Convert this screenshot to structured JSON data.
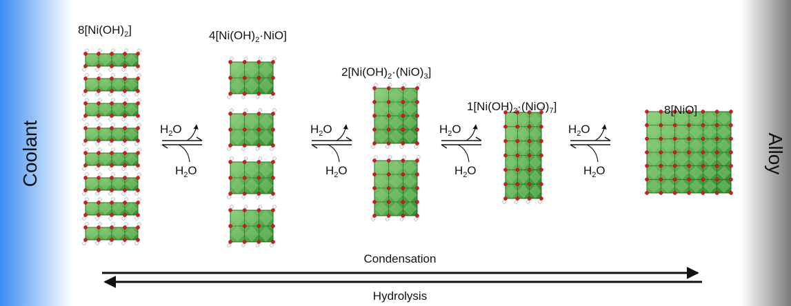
{
  "side_labels": {
    "left": "Coolant",
    "right": "Alloy"
  },
  "compounds": [
    {
      "prefix": "8[Ni(OH)",
      "sub1": "2",
      "suffix": "]"
    },
    {
      "prefix": "4[Ni(OH)",
      "sub1": "2",
      "mid": "·NiO]"
    },
    {
      "prefix": "2[Ni(OH)",
      "sub1": "2",
      "mid": "·(NiO)",
      "sub2": "3",
      "suffix": "]"
    },
    {
      "prefix": "1[Ni(OH)",
      "sub1": "2",
      "mid": "·(NiO)",
      "sub2": "7",
      "suffix": "]"
    },
    {
      "prefix": "8[NiO]"
    }
  ],
  "reaction": {
    "water_h": "H",
    "water_sub": "2",
    "water_o": "O"
  },
  "arrows": {
    "forward": "Condensation",
    "backward": "Hydrolysis"
  },
  "colors": {
    "coolant_gradient": "#3b8ef2",
    "alloy_gradient": "#7a7a7a",
    "octahedron_green": "#3fa33a",
    "octahedron_light": "#8fd07f",
    "oxygen_red": "#d61a1a",
    "hydrogen_white": "#f4f4f4"
  }
}
